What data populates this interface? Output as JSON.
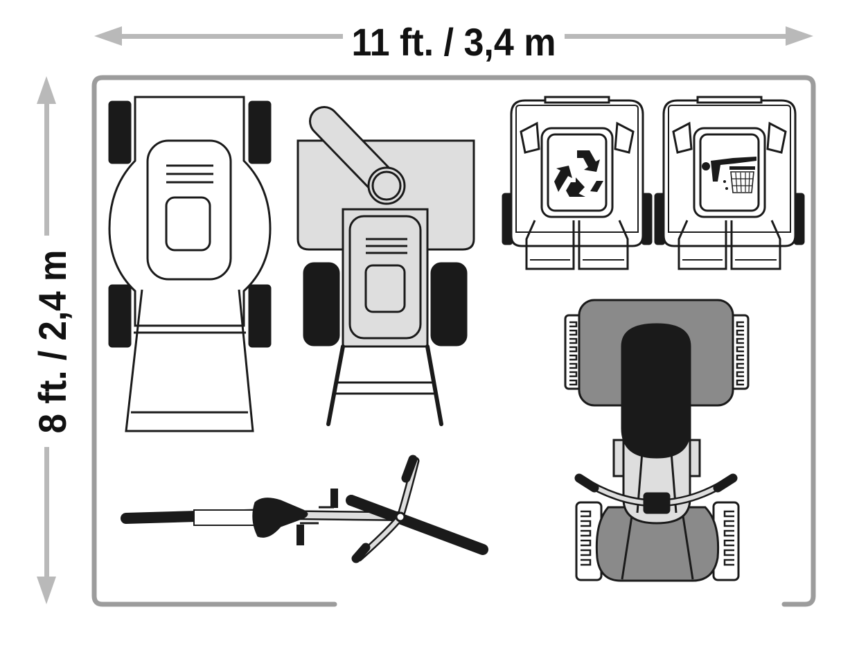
{
  "dimensions": {
    "width_label": "11 ft. / 3,4 m",
    "height_label": "8 ft. / 2,4 m"
  },
  "colors": {
    "arrow": "#b9b9b9",
    "frame": "#9c9c9c",
    "outline": "#1a1a1a",
    "light_fill": "#dedede",
    "mid_fill": "#8a8a8a",
    "dark_fill": "#1a1a1a"
  },
  "items": [
    {
      "id": "push-lawn-mower",
      "icon": "push-mower-icon"
    },
    {
      "id": "tiller",
      "icon": "tiller-icon"
    },
    {
      "id": "recycling-bin",
      "icon": "recycling-bin-icon",
      "symbol": "recycle-symbol-icon"
    },
    {
      "id": "trash-bin",
      "icon": "trash-bin-icon",
      "symbol": "litter-disposal-symbol-icon"
    },
    {
      "id": "bicycle",
      "icon": "bicycle-icon"
    },
    {
      "id": "riding-mower",
      "icon": "riding-mower-icon"
    }
  ]
}
